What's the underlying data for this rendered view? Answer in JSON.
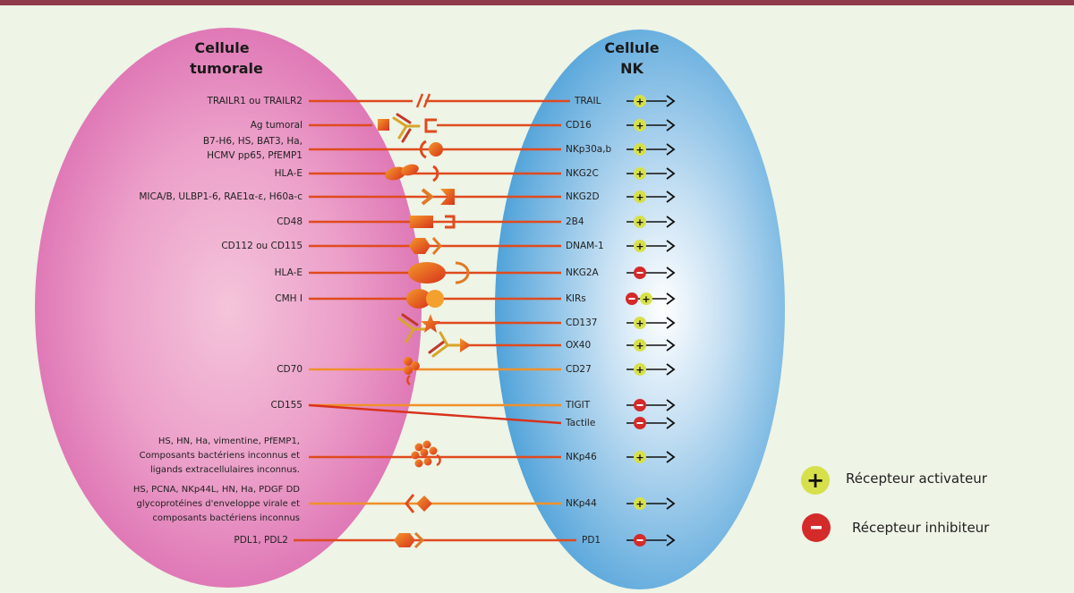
{
  "cells": {
    "tumor_title_1": "Cellule",
    "tumor_title_2": "tumorale",
    "nk_title_1": "Cellule",
    "nk_title_2": "NK"
  },
  "interactions": [
    {
      "ligand": [
        "TRAILR1 ou TRAILR2"
      ],
      "receptor": "TRAIL",
      "signs": [
        "+"
      ]
    },
    {
      "ligand": [
        "Ag tumoral"
      ],
      "receptor": "CD16",
      "signs": [
        "+"
      ]
    },
    {
      "ligand": [
        "B7-H6, HS, BAT3, Ha,",
        "HCMV pp65, PfEMP1"
      ],
      "receptor": "NKp30a,b",
      "signs": [
        "+"
      ]
    },
    {
      "ligand": [
        "HLA-E"
      ],
      "receptor": "NKG2C",
      "signs": [
        "+"
      ]
    },
    {
      "ligand": [
        "MICA/B, ULBP1-6, RAE1α-ε, H60a-c"
      ],
      "receptor": "NKG2D",
      "signs": [
        "+"
      ]
    },
    {
      "ligand": [
        "CD48"
      ],
      "receptor": "2B4",
      "signs": [
        "+"
      ]
    },
    {
      "ligand": [
        "CD112 ou CD115"
      ],
      "receptor": "DNAM-1",
      "signs": [
        "+"
      ]
    },
    {
      "ligand": [
        "HLA-E"
      ],
      "receptor": "NKG2A",
      "signs": [
        "-"
      ]
    },
    {
      "ligand": [
        "CMH I"
      ],
      "receptor": "KIRs",
      "signs": [
        "-",
        "+"
      ]
    },
    {
      "ligand": [],
      "receptor": "CD137",
      "signs": [
        "+"
      ]
    },
    {
      "ligand": [],
      "receptor": "OX40",
      "signs": [
        "+"
      ]
    },
    {
      "ligand": [
        "CD70"
      ],
      "receptor": "CD27",
      "signs": [
        "+"
      ]
    },
    {
      "ligand": [
        "CD155"
      ],
      "receptor": "TIGIT",
      "signs": [
        "-"
      ]
    },
    {
      "ligand": [],
      "receptor": "Tactile",
      "signs": [
        "-"
      ]
    },
    {
      "ligand": [
        "HS, HN, Ha, vimentine, PfEMP1,",
        "Composants bactériens inconnus et",
        "ligands extracellulaires inconnus."
      ],
      "receptor": "NKp46",
      "signs": [
        "+"
      ]
    },
    {
      "ligand": [
        "HS, PCNA, NKp44L, HN, Ha, PDGF DD",
        "glycoprotéines d'enveloppe virale et",
        "composants bactériens inconnus"
      ],
      "receptor": "NKp44",
      "signs": [
        "+"
      ]
    },
    {
      "ligand": [
        "PDL1, PDL2"
      ],
      "receptor": "PD1",
      "signs": [
        "-"
      ]
    }
  ],
  "legend": {
    "activator": {
      "symbol": "+",
      "label": "Récepteur activateur"
    },
    "inhibitor": {
      "symbol": "-",
      "label": "Récepteur inhibiteur"
    }
  },
  "colors": {
    "tumor_cell": "#e07cb8",
    "nk_cell": "#5aa8dc",
    "line": "#e04a1e",
    "activator": "#d7e04a",
    "inhibitor": "#d42a2a",
    "background": "#eef4e6"
  }
}
